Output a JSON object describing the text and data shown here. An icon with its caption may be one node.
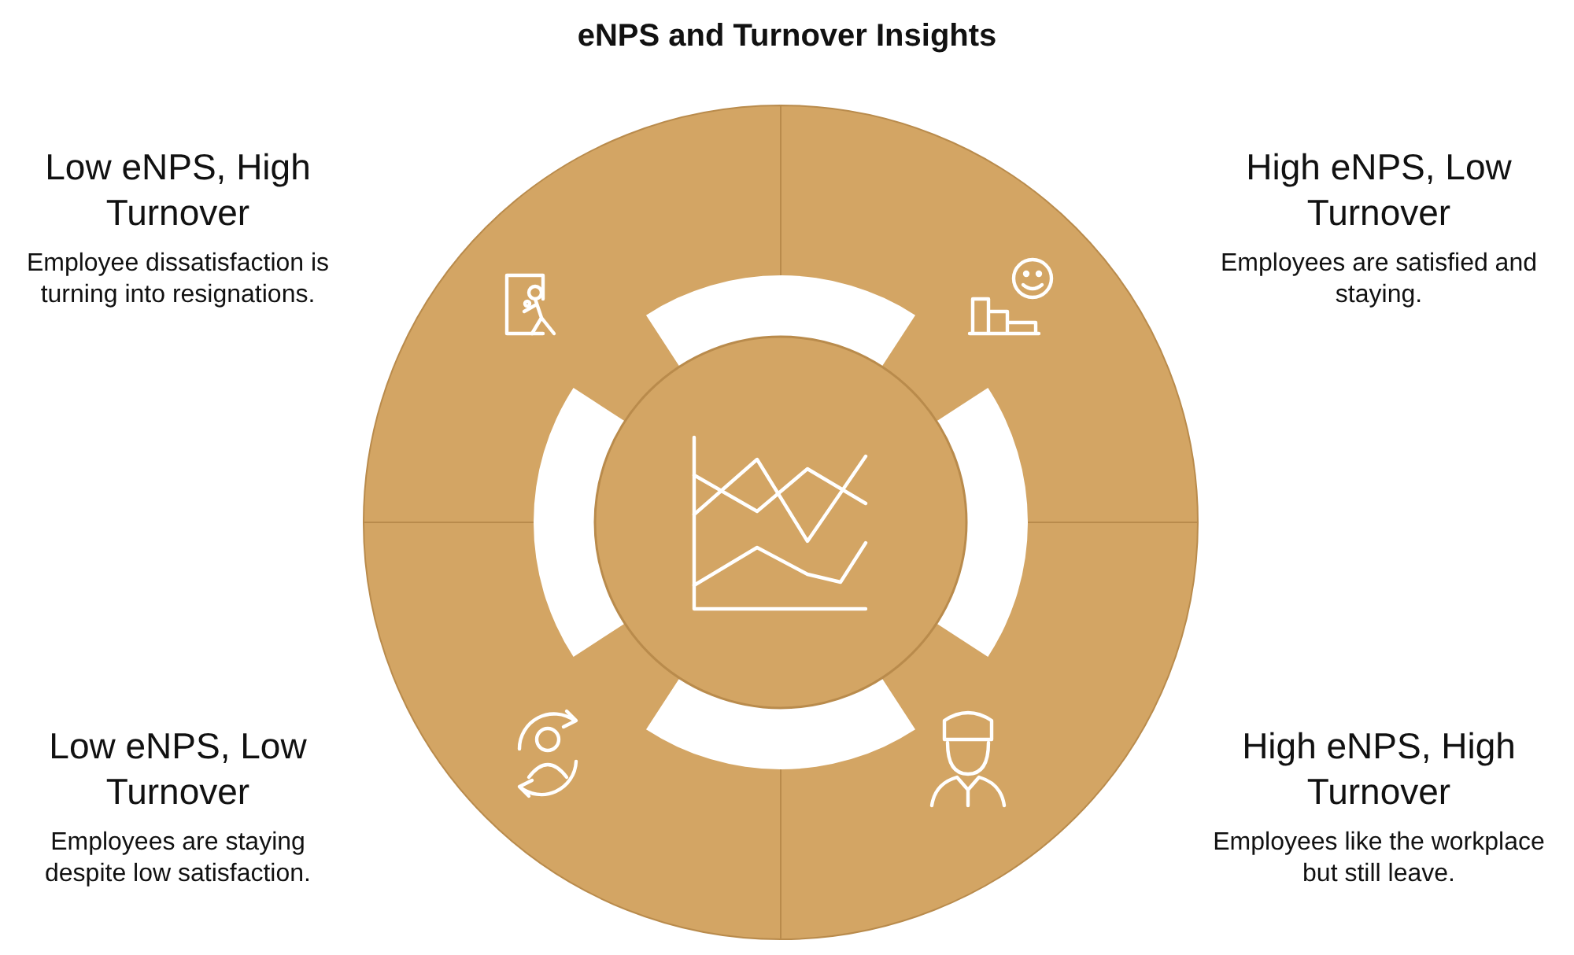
{
  "diagram": {
    "title": "eNPS and Turnover Insights",
    "nodes": [
      {
        "text": [
          "Low eNPS, High Turnover",
          "Employee dissatisfaction is turning into resignations."
        ]
      },
      {
        "text": [
          "High eNPS, Low Turnover",
          "Employees are satisfied and staying."
        ]
      },
      {
        "text": [
          "Low eNPS, Low Turnover",
          "Employees are staying despite low satisfaction."
        ]
      },
      {
        "text": [
          "High eNPS, High Turnover",
          "Employees like the workplace but still leave."
        ]
      }
    ],
    "edges": []
  }
}
